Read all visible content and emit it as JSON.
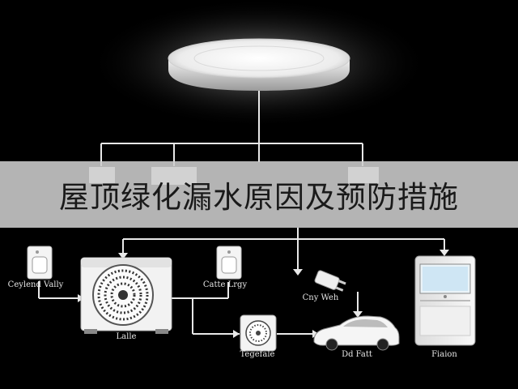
{
  "banner": {
    "title": "屋顶绿化漏水原因及预防措施"
  },
  "labels": {
    "left_switch": "Ceylend Vally",
    "ac_unit": "Lalle",
    "mid_switch": "Catte Lrgy",
    "plug": "Cny Weh",
    "fan_box": "Tegefale",
    "car": "Dd Fatt",
    "tower": "Fiaion"
  }
}
